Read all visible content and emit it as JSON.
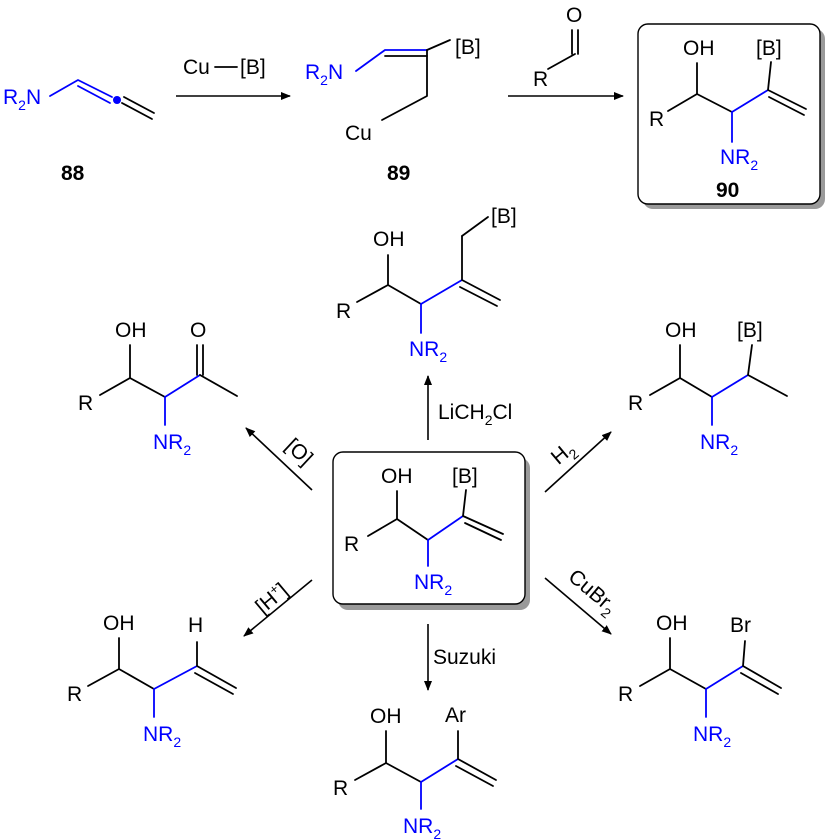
{
  "diagram": {
    "compounds": {
      "c88": {
        "group": "R2N",
        "label": "88"
      },
      "c89": {
        "group": "R2N",
        "boron": "[B]",
        "copper": "Cu",
        "label": "89"
      },
      "c90": {
        "oh": "OH",
        "boron": "[B]",
        "r": "R",
        "nr2": "NR2",
        "label": "90"
      },
      "center": {
        "oh": "OH",
        "boron": "[B]",
        "r": "R",
        "nr2": "NR2"
      },
      "top_product": {
        "oh": "OH",
        "boron": "[B]",
        "r": "R",
        "nr2": "NR2"
      },
      "left_top_product": {
        "oh": "OH",
        "oxygen": "O",
        "r": "R",
        "nr2": "NR2"
      },
      "right_top_product": {
        "oh": "OH",
        "boron": "[B]",
        "r": "R",
        "nr2": "NR2"
      },
      "left_bottom_product": {
        "oh": "OH",
        "h": "H",
        "r": "R",
        "nr2": "NR2"
      },
      "bottom_product": {
        "oh": "OH",
        "ar": "Ar",
        "r": "R",
        "nr2": "NR2"
      },
      "right_bottom_product": {
        "oh": "OH",
        "br": "Br",
        "r": "R",
        "nr2": "NR2"
      }
    },
    "reagents": {
      "cu_b": {
        "cu": "Cu",
        "b": "[B]"
      },
      "aldehyde": {
        "r": "R",
        "o": "O"
      },
      "licl": "LiCH2Cl",
      "oxidation": "[O]",
      "h2": "H2",
      "acid": "[H+]",
      "suzuki": "Suzuki",
      "cubr2": "CuBr2"
    },
    "colors": {
      "bonds": "#000000",
      "amine_fragment": "#0000ff",
      "box_border": "#000000",
      "box_shadow": "#9a9a9a"
    }
  }
}
